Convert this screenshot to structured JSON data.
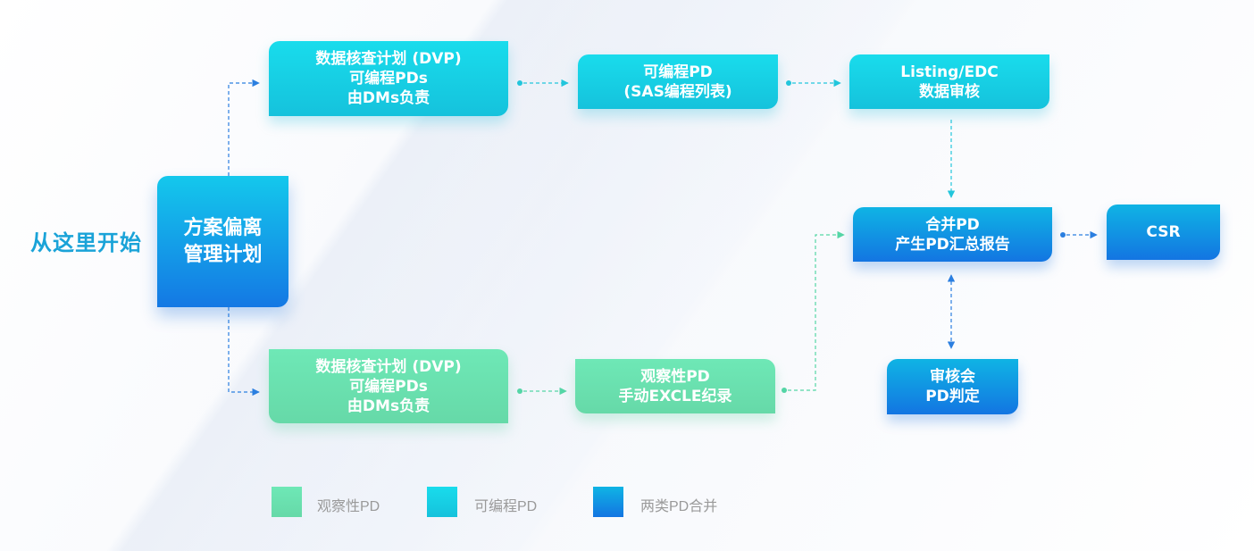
{
  "start_label": "从这里开始",
  "nodes": {
    "main_plan": [
      "方案偏离",
      "管理计划"
    ],
    "dvp_programmable": [
      "数据核查计划 (DVP)",
      "可编程PDs",
      "由DMs负责"
    ],
    "programmable_pd": [
      "可编程PD",
      "(SAS编程列表)"
    ],
    "listing_review": [
      "Listing/EDC",
      "数据审核"
    ],
    "merge_pd": [
      "合并PD",
      "产生PD汇总报告"
    ],
    "csr": [
      "CSR"
    ],
    "review_meeting": [
      "审核会",
      "PD判定"
    ],
    "dvp_observational": [
      "数据核查计划 (DVP)",
      "可编程PDs",
      "由DMs负责"
    ],
    "observational_pd": [
      "观察性PD",
      "手动EXCLE纪录"
    ]
  },
  "legend": [
    {
      "label": "观察性PD",
      "color": "#66dfac"
    },
    {
      "label": "可编程PD",
      "color": "#17d3e8"
    },
    {
      "label": "两类PD合并",
      "color": "#1384e2"
    }
  ],
  "colors": {
    "cyan": "#17d3e8",
    "green": "#66dfac",
    "blue": "#1478e4",
    "connector_cyan": "#22c6dc",
    "connector_green": "#55d6a6",
    "connector_blue": "#2b7fe0",
    "start_label": "#1aa3d8"
  }
}
